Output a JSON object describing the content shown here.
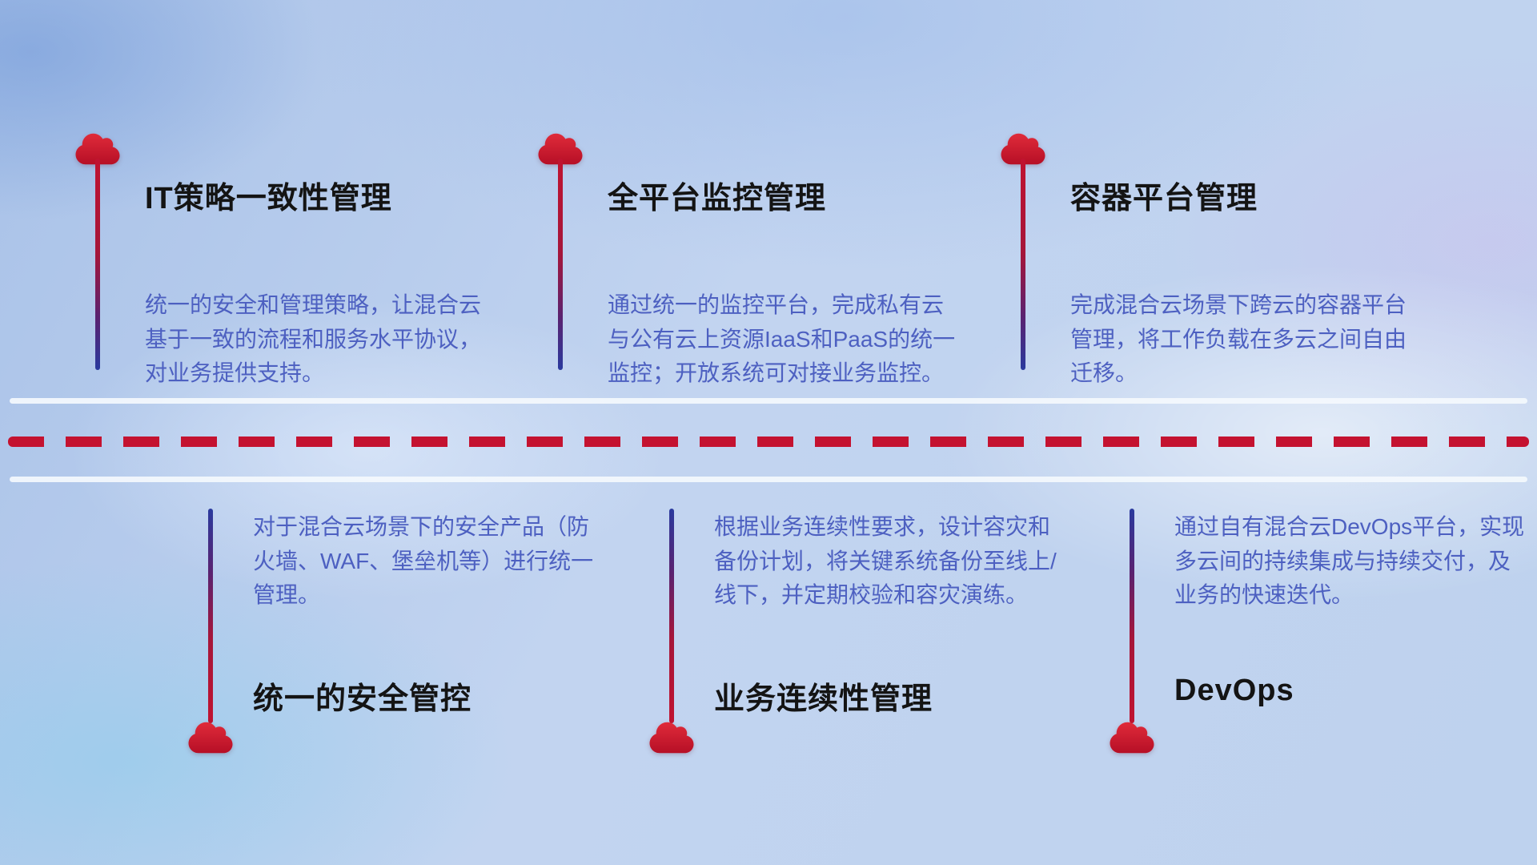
{
  "colors": {
    "cloud_red_top": "#e02b3a",
    "cloud_red_bottom": "#b60f26",
    "dash_red": "#c41230",
    "connector_red": "#c01330",
    "connector_blue": "#2a3a9e",
    "title_text": "#141414",
    "desc_text": "#4d60c1",
    "divider_white": "#f4f8fd"
  },
  "top_items": [
    {
      "title": "IT策略一致性管理",
      "desc": "统一的安全和管理策略，让混合云基于一致的流程和服务水平协议，对业务提供支持。"
    },
    {
      "title": "全平台监控管理",
      "desc": "通过统一的监控平台，完成私有云与公有云上资源IaaS和PaaS的统一监控；开放系统可对接业务监控。"
    },
    {
      "title": "容器平台管理",
      "desc": "完成混合云场景下跨云的容器平台管理，将工作负载在多云之间自由迁移。"
    }
  ],
  "bottom_items": [
    {
      "title": "统一的安全管控",
      "desc": "对于混合云场景下的安全产品（防火墙、WAF、堡垒机等）进行统一管理。"
    },
    {
      "title": "业务连续性管理",
      "desc": "根据业务连续性要求，设计容灾和备份计划，将关键系统备份至线上/线下，并定期校验和容灾演练。"
    },
    {
      "title": "DevOps",
      "desc": "通过自有混合云DevOps平台，实现多云间的持续集成与持续交付，及业务的快速迭代。"
    }
  ]
}
